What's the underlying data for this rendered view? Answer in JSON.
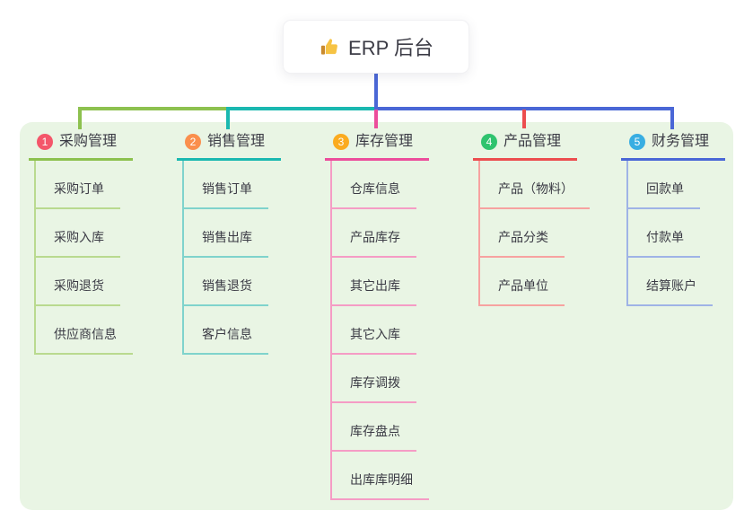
{
  "root": {
    "label": "ERP 后台",
    "icon": "thumbs-up-icon"
  },
  "colors": {
    "canvas_bg": "#ffffff",
    "panel_bg": "#e9f5e4",
    "text": "#3b3b45",
    "root_line": "#4a67d6",
    "thumb_yellow": "#f6c344",
    "thumb_cuff": "#c98a2e"
  },
  "branches": [
    {
      "num": "1",
      "label": "采购管理",
      "line_color": "#8dc14f",
      "child_line_color": "#b9da8f",
      "badge_color": "#f4566a",
      "children": [
        "采购订单",
        "采购入库",
        "采购退货",
        "供应商信息"
      ]
    },
    {
      "num": "2",
      "label": "销售管理",
      "line_color": "#1ab8b0",
      "child_line_color": "#7fd3cc",
      "badge_color": "#fa8f4d",
      "children": [
        "销售订单",
        "销售出库",
        "销售退货",
        "客户信息"
      ]
    },
    {
      "num": "3",
      "label": "库存管理",
      "line_color": "#ec4d9b",
      "child_line_color": "#f59cc5",
      "badge_color": "#fbab1f",
      "children": [
        "仓库信息",
        "产品库存",
        "其它出库",
        "其它入库",
        "库存调拨",
        "库存盘点",
        "出库库明细"
      ]
    },
    {
      "num": "4",
      "label": "产品管理",
      "line_color": "#ec4d4f",
      "child_line_color": "#f7a2a0",
      "badge_color": "#2fc36e",
      "children": [
        "产品（物料）",
        "产品分类",
        "产品单位"
      ]
    },
    {
      "num": "5",
      "label": "财务管理",
      "line_color": "#4a67d6",
      "child_line_color": "#9fb3e6",
      "badge_color": "#38aee2",
      "children": [
        "回款单",
        "付款单",
        "结算账户"
      ]
    }
  ]
}
